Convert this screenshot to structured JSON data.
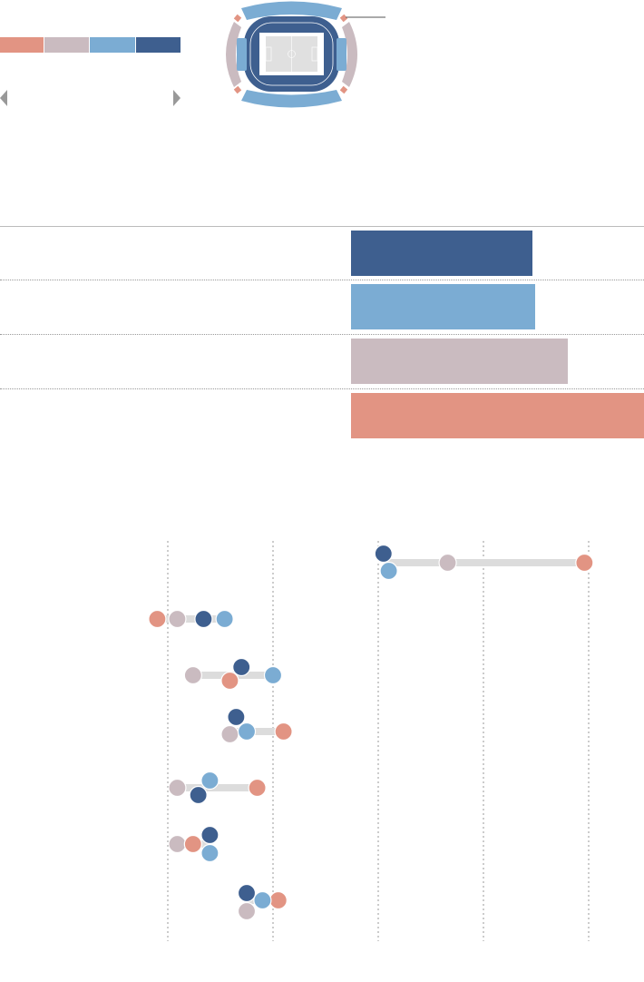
{
  "colors": {
    "salmon": "#e29483",
    "mauve": "#cabbc0",
    "light_blue": "#7bacd3",
    "dark_blue": "#3e5f8f",
    "connector": "#dcdcdc",
    "grid": "#999999",
    "arrow": "#999999"
  },
  "legend": {
    "segments": [
      "salmon",
      "mauve",
      "light_blue",
      "dark_blue"
    ]
  },
  "navigation": {
    "prev_icon": "triangle-left",
    "next_icon": "triangle-right"
  },
  "chart_data": [
    {
      "type": "bar",
      "orientation": "horizontal",
      "series_colors": [
        "dark_blue",
        "light_blue",
        "mauve",
        "salmon"
      ],
      "values": [
        0.62,
        0.63,
        0.74,
        1.0
      ],
      "grid": false
    },
    {
      "type": "scatter",
      "subtype": "dot-range",
      "xlim": [
        0,
        4
      ],
      "gridlines_x": [
        0,
        1,
        2,
        3,
        4
      ],
      "grid": true,
      "rows": [
        {
          "dark_blue": 2.05,
          "light_blue": 2.1,
          "mauve": 2.66,
          "salmon": 3.96
        },
        {
          "salmon": -0.1,
          "mauve": 0.09,
          "dark_blue": 0.34,
          "light_blue": 0.54
        },
        {
          "mauve": 0.24,
          "salmon": 0.59,
          "dark_blue": 0.7,
          "light_blue": 1.0
        },
        {
          "mauve": 0.59,
          "dark_blue": 0.65,
          "light_blue": 0.75,
          "salmon": 1.1
        },
        {
          "mauve": 0.09,
          "dark_blue": 0.29,
          "light_blue": 0.4,
          "salmon": 0.85
        },
        {
          "mauve": 0.09,
          "salmon": 0.24,
          "dark_blue": 0.4,
          "light_blue": 0.4
        },
        {
          "dark_blue": 0.75,
          "mauve": 0.75,
          "light_blue": 0.9,
          "salmon": 1.05
        }
      ]
    }
  ]
}
